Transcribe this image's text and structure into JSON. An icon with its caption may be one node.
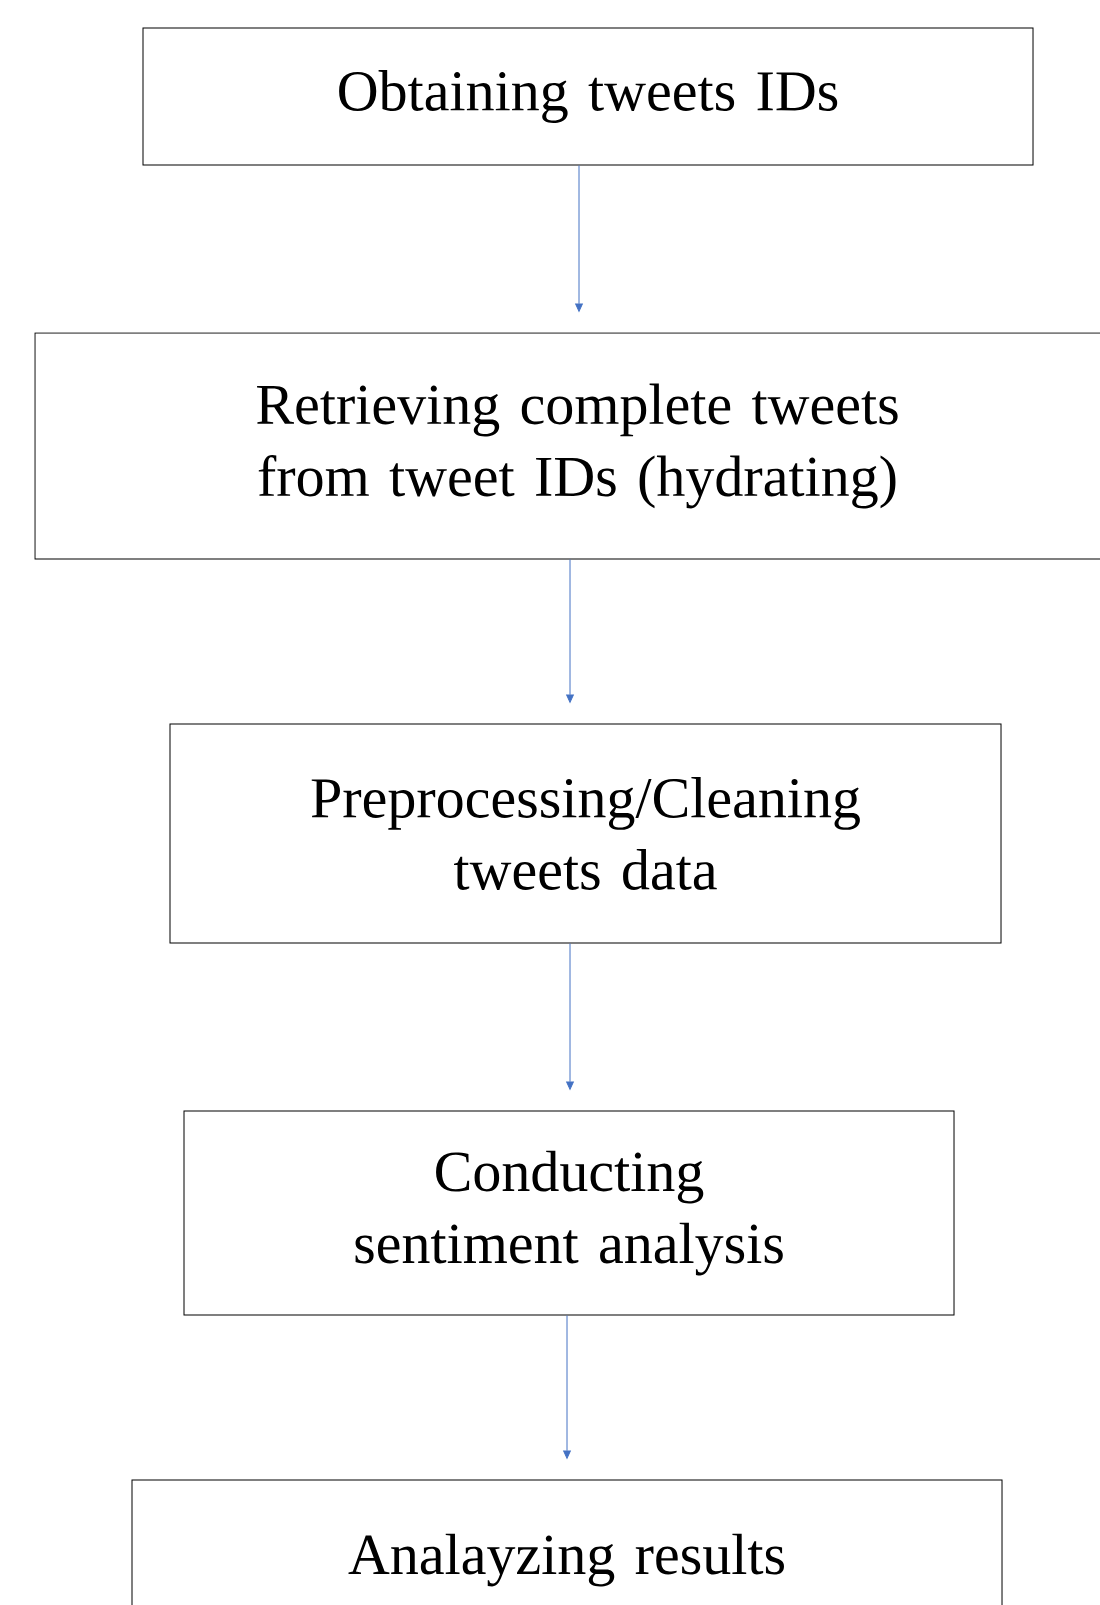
{
  "diagram": {
    "nodes": [
      {
        "text": [
          "Obtaining tweets IDs"
        ]
      },
      {
        "text": [
          "Retrieving complete tweets from tweet IDs (hydrating)"
        ]
      },
      {
        "text": [
          "Preprocessing/Cleaning tweets data"
        ]
      },
      {
        "text": [
          "Conducting sentiment analysis"
        ]
      },
      {
        "text": [
          "Analayzing results"
        ]
      }
    ],
    "edges": [
      {
        "from": 0,
        "to": 1,
        "arrow": "to"
      },
      {
        "from": 1,
        "to": 2,
        "arrow": "to"
      },
      {
        "from": 2,
        "to": 3,
        "arrow": "to"
      },
      {
        "from": 3,
        "to": 4,
        "arrow": "to"
      }
    ]
  }
}
